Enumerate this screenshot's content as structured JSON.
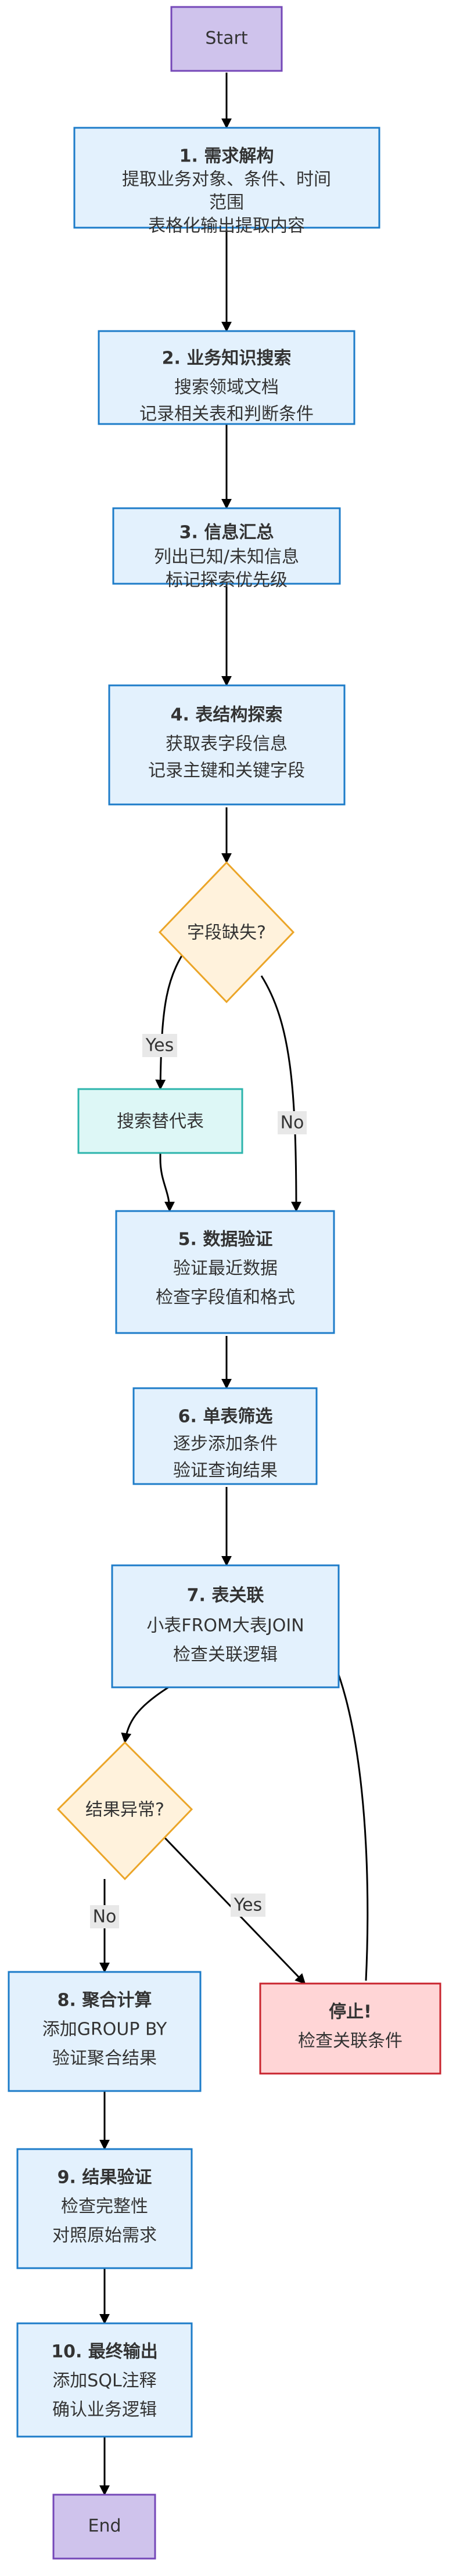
{
  "colors": {
    "start_end_fill": "#cfc3ec",
    "start_end_stroke": "#7548b8",
    "process_fill": "#e3f1fd",
    "process_stroke": "#1d7cc9",
    "decision_fill": "#fff2dc",
    "decision_stroke": "#eba528",
    "alt_fill": "#ddf7f6",
    "alt_stroke": "#2cb4ac",
    "stop_fill": "#ffd5d6",
    "stop_stroke": "#c9252f",
    "edge": "#000000",
    "text": "#333333"
  },
  "nodes": {
    "start": {
      "label": "Start"
    },
    "s1": {
      "title": "1. 需求解构",
      "line1": "提取业务对象、条件、时间",
      "line2": "范围",
      "line3": "表格化输出提取内容"
    },
    "s2": {
      "title": "2. 业务知识搜索",
      "line1": "搜索领域文档",
      "line2": "记录相关表和判断条件"
    },
    "s3": {
      "title": "3. 信息汇总",
      "line1": "列出已知/未知信息",
      "line2": "标记探索优先级"
    },
    "s4": {
      "title": "4. 表结构探索",
      "line1": "获取表字段信息",
      "line2": "记录主键和关键字段"
    },
    "d1": {
      "label": "字段缺失?"
    },
    "alt": {
      "label": "搜索替代表"
    },
    "s5": {
      "title": "5. 数据验证",
      "line1": "验证最近数据",
      "line2": "检查字段值和格式"
    },
    "s6": {
      "title": "6. 单表筛选",
      "line1": "逐步添加条件",
      "line2": "验证查询结果"
    },
    "s7": {
      "title": "7. 表关联",
      "line1": "小表FROM大表JOIN",
      "line2": "检查关联逻辑"
    },
    "d2": {
      "label": "结果异常?"
    },
    "s8": {
      "title": "8. 聚合计算",
      "line1": "添加GROUP BY",
      "line2": "验证聚合结果"
    },
    "stop": {
      "title": "停止!",
      "line1": "检查关联条件"
    },
    "s9": {
      "title": "9. 结果验证",
      "line1": "检查完整性",
      "line2": "对照原始需求"
    },
    "s10": {
      "title": "10. 最终输出",
      "line1": "添加SQL注释",
      "line2": "确认业务逻辑"
    },
    "end": {
      "label": "End"
    }
  },
  "edges": {
    "d1_yes": "Yes",
    "d1_no": "No",
    "d2_no": "No",
    "d2_yes": "Yes"
  }
}
